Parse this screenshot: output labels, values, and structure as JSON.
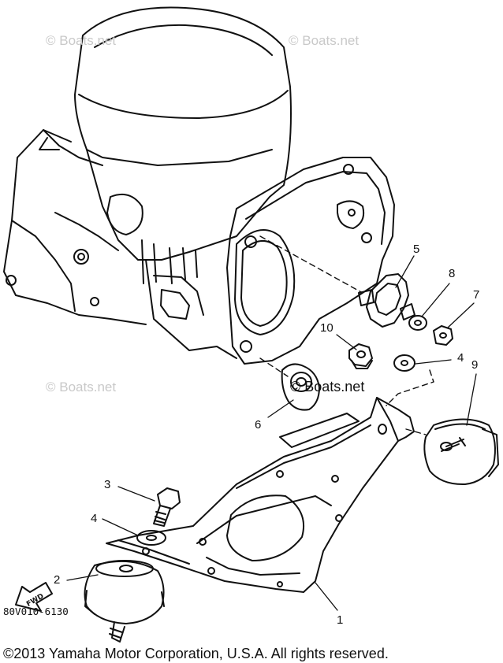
{
  "watermarks": [
    "© Boats.net",
    "© Boats.net",
    "© Boats.net",
    "© Boats.net"
  ],
  "callouts": {
    "c1": "1",
    "c2": "2",
    "c3": "3",
    "c4a": "4",
    "c4b": "4",
    "c5": "5",
    "c6": "6",
    "c7": "7",
    "c8": "8",
    "c9": "9",
    "c10": "10"
  },
  "fwd_label": "FWD",
  "diagram_ref": "80V010-6130",
  "copyright": "©2013 Yamaha Motor Corporation, U.S.A. All rights reserved.",
  "colors": {
    "ink": "#111111",
    "watermark": "#c9c9c9",
    "background": "#ffffff"
  }
}
